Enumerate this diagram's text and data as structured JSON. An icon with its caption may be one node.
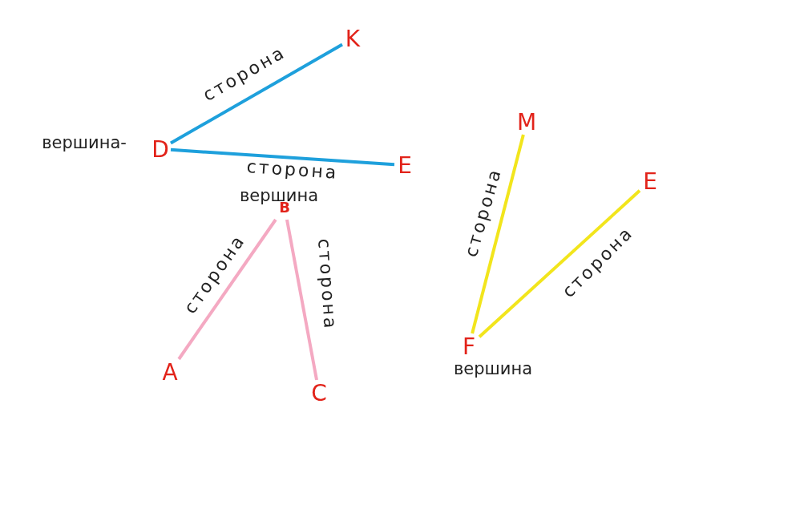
{
  "diagram": {
    "nodes": [
      {
        "text": [
          "D"
        ],
        "beside": [
          "вершина-"
        ]
      },
      {
        "text": [
          "K"
        ]
      },
      {
        "text": [
          "E"
        ]
      },
      {
        "text": [
          "B"
        ],
        "beside": [
          "вершина"
        ]
      },
      {
        "text": [
          "A"
        ]
      },
      {
        "text": [
          "C"
        ]
      },
      {
        "text": [
          "M"
        ]
      },
      {
        "text": [
          "E"
        ]
      },
      {
        "text": [
          "F"
        ],
        "beside": [
          "вершина"
        ]
      }
    ],
    "edges": [
      {
        "from": 0,
        "to": 1,
        "arrow": "none",
        "label": "сторона",
        "color": "#1ea0dc"
      },
      {
        "from": 0,
        "to": 2,
        "arrow": "none",
        "label": "сторона",
        "color": "#1ea0dc"
      },
      {
        "from": 3,
        "to": 4,
        "arrow": "none",
        "label": "сторона",
        "color": "#f4a9c2"
      },
      {
        "from": 3,
        "to": 5,
        "arrow": "none",
        "label": "сторона",
        "color": "#f4a9c2"
      },
      {
        "from": 8,
        "to": 6,
        "arrow": "none",
        "label": "сторона",
        "color": "#f2e51c"
      },
      {
        "from": 8,
        "to": 7,
        "arrow": "none",
        "label": "сторона",
        "color": "#f2e51c"
      }
    ]
  }
}
